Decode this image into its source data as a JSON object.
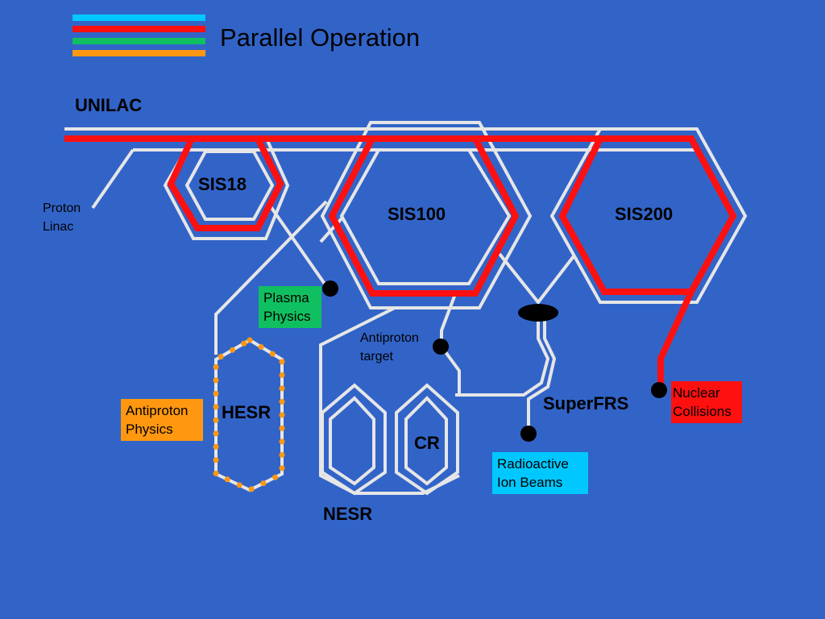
{
  "title": "Parallel Operation",
  "legend_colors": [
    "#00c8ff",
    "#ff1010",
    "#10c060",
    "#ff9810"
  ],
  "colors": {
    "background": "#3264c8",
    "beamline": "#e6e6e6",
    "active_path": "#ff1010",
    "dots": "#ff9810"
  },
  "labels": {
    "unilac": "UNILAC",
    "sis18": "SIS18",
    "sis100": "SIS100",
    "sis200": "SIS200",
    "hesr": "HESR",
    "cr": "CR",
    "nesr": "NESR",
    "superfrs": "SuperFRS",
    "proton_linac": [
      "Proton",
      "Linac"
    ],
    "antiproton_target": [
      "Antiproton",
      "target"
    ]
  },
  "experiments": {
    "plasma_physics": {
      "lines": [
        "Plasma",
        "Physics"
      ],
      "color": "#10c060"
    },
    "antiproton_physics": {
      "lines": [
        "Antiproton",
        "Physics"
      ],
      "color": "#ff9810"
    },
    "radioactive_ion_beams": {
      "lines": [
        "Radioactive",
        "Ion Beams"
      ],
      "color": "#00c8ff"
    },
    "nuclear_collisions": {
      "lines": [
        "Nuclear",
        "Collisions"
      ],
      "color": "#ff1010"
    }
  }
}
